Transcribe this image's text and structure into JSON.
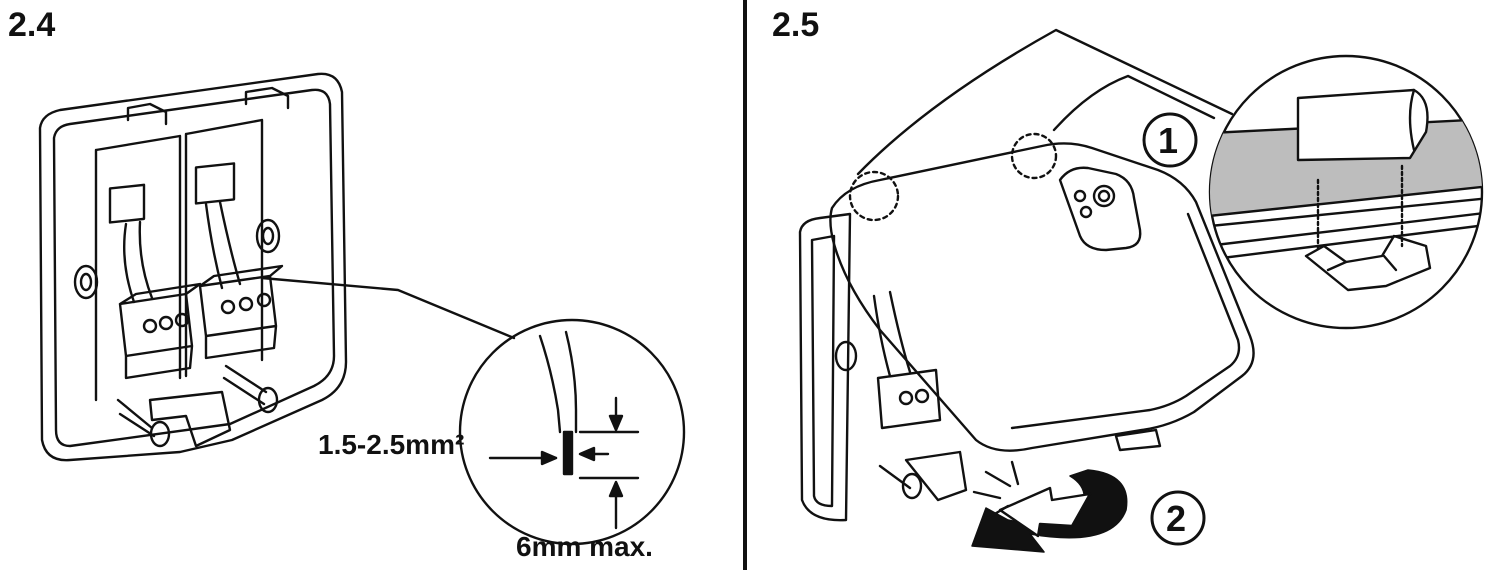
{
  "steps": [
    {
      "number": "2.4",
      "labels": {
        "wire_gauge": "1.5-2.5mm²",
        "strip_length": "6mm max."
      }
    },
    {
      "number": "2.5",
      "callouts": [
        "1",
        "2"
      ]
    }
  ],
  "colors": {
    "line": "#111111",
    "grey_fill": "#bdbdbd",
    "background": "#ffffff"
  }
}
